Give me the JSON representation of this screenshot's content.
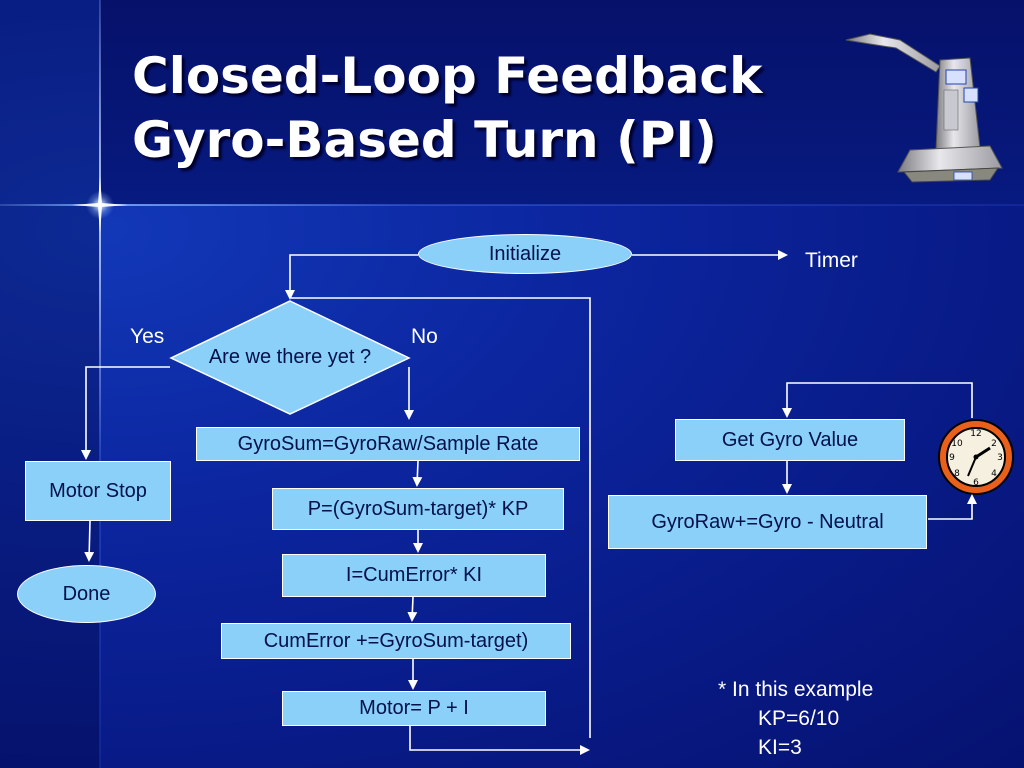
{
  "slide": {
    "title_line1": "Closed-Loop Feedback",
    "title_line2": "Gyro-Based Turn (PI)"
  },
  "flowchart": {
    "initialize": "Initialize",
    "timer": "Timer",
    "decision": "Are we there yet ?",
    "yes": "Yes",
    "no": "No",
    "motor_stop": "Motor Stop",
    "done": "Done",
    "step_gyrosum": "GyroSum=GyroRaw/Sample Rate",
    "step_p": "P=(GyroSum-target)* KP",
    "step_i": "I=CumError* KI",
    "step_cumerror": "CumError +=GyroSum-target)",
    "step_motor": "Motor= P + I",
    "get_gyro": "Get Gyro Value",
    "gyroraw": "GyroRaw+=Gyro - Neutral"
  },
  "note": {
    "line1": "* In this example",
    "line2": "KP=6/10",
    "line3": "KI=3"
  },
  "images": {
    "tower": "robot-tower-358-logo",
    "clock": "clock-icon"
  }
}
